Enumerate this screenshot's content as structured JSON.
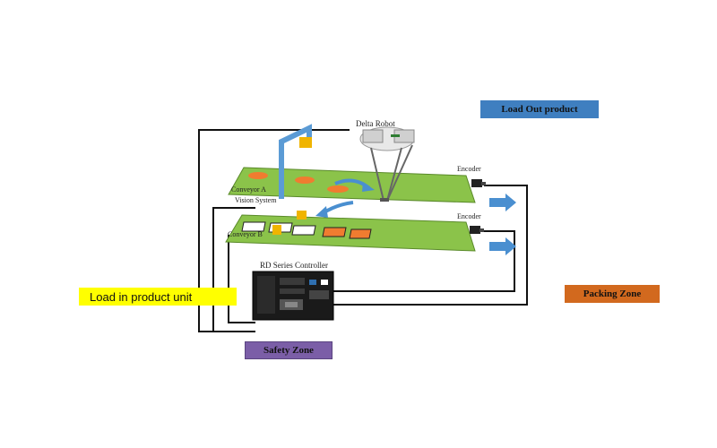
{
  "labels": {
    "delta_robot": "Delta Robot",
    "vision_system": "Vision System",
    "conveyor_a": "Conveyor A",
    "conveyor_b": "Conveyor B",
    "encoder_top": "Encoder",
    "encoder_bottom": "Encoder",
    "rd_controller": "RD Series Controller",
    "load_out": "Load Out product",
    "packing_zone": "Packing Zone",
    "load_in": "Load in product unit",
    "safety_zone": "Safety Zone"
  },
  "colors": {
    "conveyor": "#8bc34a",
    "load_out_bg": "#3f7fc0",
    "packing_bg": "#d2691e",
    "load_in_bg": "#ffff00",
    "safety_bg": "#7b5ea7",
    "arrow_blue": "#4a8fd0",
    "vision_frame": "#5b9bd5",
    "camera": "#f0b400",
    "product_orange": "#f07c30"
  }
}
